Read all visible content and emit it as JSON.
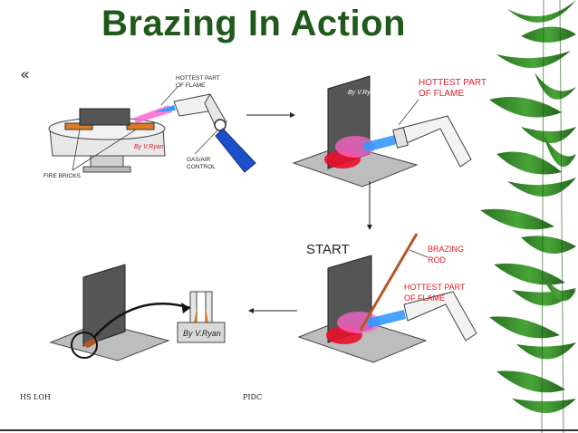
{
  "slide": {
    "title": "Brazing In Action",
    "nav_glyph": "«",
    "footer_left": "HS LOH",
    "footer_right": "PIDC"
  },
  "panel1": {
    "hottest_label_1": "HOTTEST PART",
    "hottest_label_2": "OF FLAME",
    "gas_label_1": "GAS/AIR",
    "gas_label_2": "CONTROL",
    "bricks_label": "FIRE BRICKS",
    "credit": "By V.Ryan"
  },
  "panel2": {
    "hottest_label_1": "HOTTEST PART",
    "hottest_label_2": "OF FLAME",
    "credit": "By V.Ryan"
  },
  "panel3": {
    "start_label": "START",
    "rod_label_1": "BRAZING",
    "rod_label_2": "ROD",
    "hottest_label_1": "HOTTEST PART",
    "hottest_label_2": "OF FLAME"
  },
  "panel4": {
    "credit": "By V.Ryan"
  },
  "colors": {
    "title": "#1f5a1a",
    "label_red": "#e0202a",
    "flame_pink": "#ff66cc",
    "flame_blue": "#3399ff",
    "heat_red": "#e8102a",
    "metal_grey": "#555555",
    "rod_brown": "#b5562a",
    "handle_blue": "#1f4fc8",
    "leaf_green": "#2e8b22"
  }
}
